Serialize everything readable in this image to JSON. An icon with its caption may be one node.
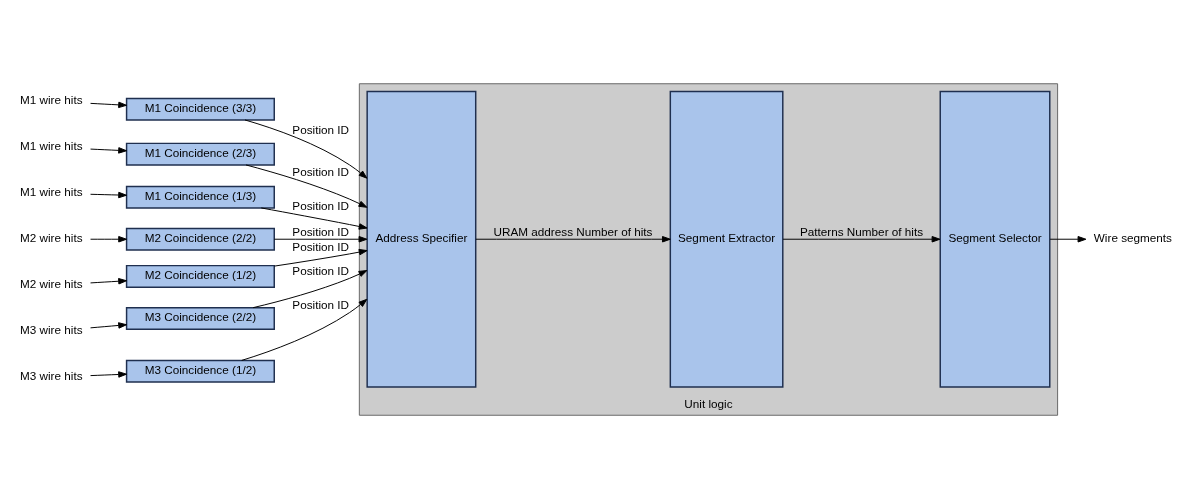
{
  "diagram": {
    "nodes": [
      {
        "text": [
          "Unit logic"
        ]
      },
      {
        "text": [
          "Address Specifier"
        ],
        "in": 0
      },
      {
        "text": [
          "Segment Extractor"
        ],
        "in": 0
      },
      {
        "text": [
          "Segment Selector"
        ],
        "in": 0
      },
      {
        "text": [
          "M1 wire hits"
        ]
      },
      {
        "text": [
          "M1 wire hits"
        ]
      },
      {
        "text": [
          "M1 wire hits"
        ]
      },
      {
        "text": [
          "M2 wire hits"
        ]
      },
      {
        "text": [
          "M2 wire hits"
        ]
      },
      {
        "text": [
          "M3 wire hits"
        ]
      },
      {
        "text": [
          "M3 wire hits"
        ]
      },
      {
        "text": [
          "M1 Coincidence (3/3)"
        ]
      },
      {
        "text": [
          "M1 Coincidence (2/3)"
        ]
      },
      {
        "text": [
          "M1 Coincidence (1/3)"
        ]
      },
      {
        "text": [
          "M2 Coincidence (2/2)"
        ]
      },
      {
        "text": [
          "M2 Coincidence (1/2)"
        ]
      },
      {
        "text": [
          "M3 Coincidence (2/2)"
        ]
      },
      {
        "text": [
          "M3 Coincidence (1/2)"
        ]
      },
      {
        "text": [
          "Wire segments"
        ]
      }
    ],
    "edges": [
      {
        "from": 4,
        "to": 11,
        "arrow": "to"
      },
      {
        "from": 5,
        "to": 12,
        "arrow": "to"
      },
      {
        "from": 6,
        "to": 13,
        "arrow": "to"
      },
      {
        "from": 7,
        "to": 14,
        "arrow": "to"
      },
      {
        "from": 8,
        "to": 15,
        "arrow": "to"
      },
      {
        "from": 9,
        "to": 16,
        "arrow": "to"
      },
      {
        "from": 10,
        "to": 17,
        "arrow": "to"
      },
      {
        "from": 11,
        "to": 1,
        "arrow": "to",
        "label": "Position ID"
      },
      {
        "from": 12,
        "to": 1,
        "arrow": "to",
        "label": "Position ID"
      },
      {
        "from": 13,
        "to": 1,
        "arrow": "to",
        "label": "Position ID"
      },
      {
        "from": 14,
        "to": 1,
        "arrow": "to",
        "label": "Position ID"
      },
      {
        "from": 15,
        "to": 1,
        "arrow": "to",
        "label": "Position ID"
      },
      {
        "from": 16,
        "to": 1,
        "arrow": "to",
        "label": "Position ID"
      },
      {
        "from": 17,
        "to": 1,
        "arrow": "to",
        "label": "Position ID"
      },
      {
        "from": 1,
        "to": 2,
        "arrow": "to",
        "label": "URAM address Number of hits"
      },
      {
        "from": 2,
        "to": 3,
        "arrow": "to",
        "label": "Patterns Number of hits"
      },
      {
        "from": 3,
        "to": 18,
        "arrow": "to"
      }
    ]
  }
}
